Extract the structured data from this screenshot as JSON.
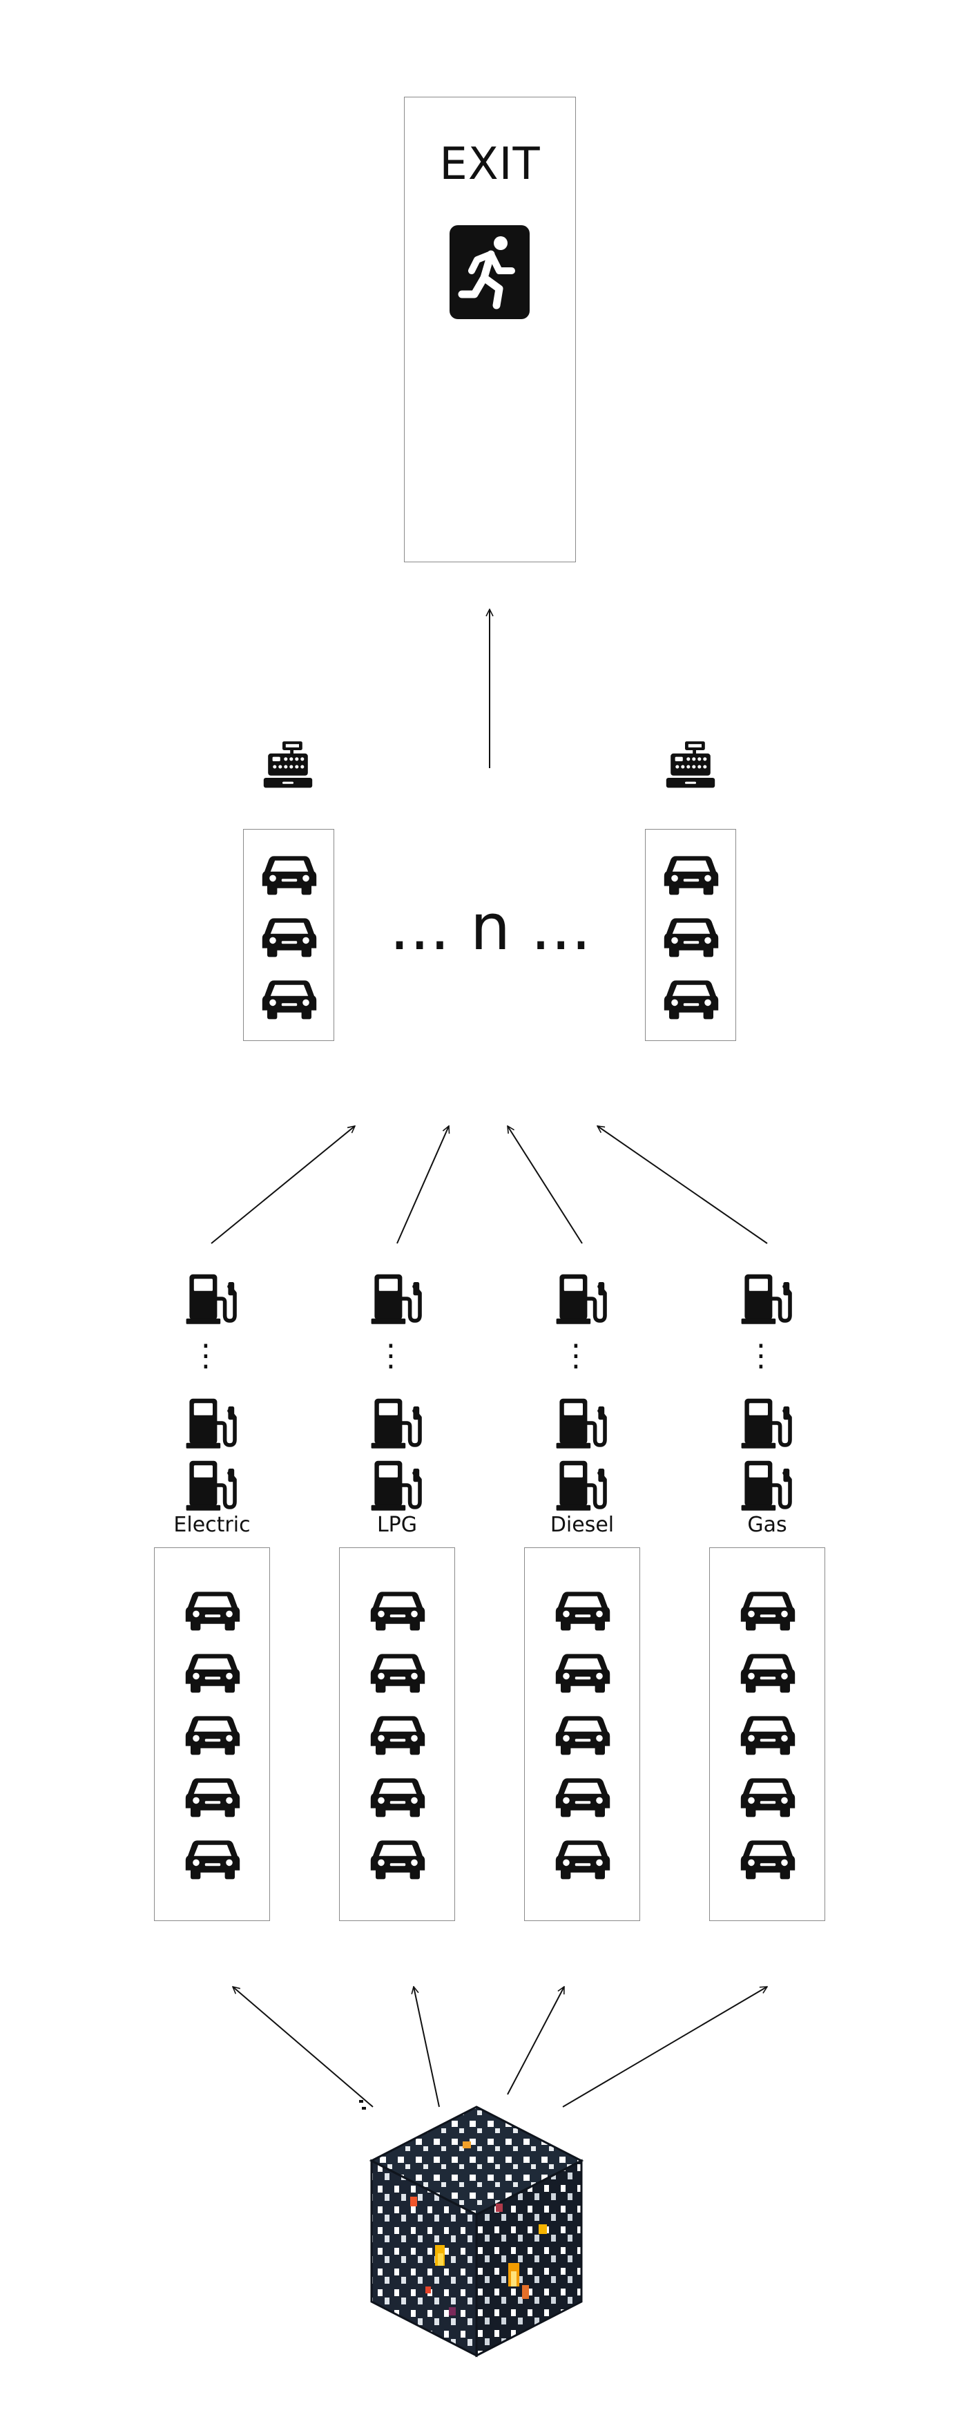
{
  "exit": {
    "title": "EXIT",
    "icon": "emergency-exit-icon"
  },
  "checkout": {
    "lanes_count_label": "... n ...",
    "register_icon": "cash-register-icon",
    "car_icon": "car-icon",
    "cars_per_lane": 3
  },
  "fuel_queues": [
    {
      "label": "Electric"
    },
    {
      "label": "LPG"
    },
    {
      "label": "Diesel"
    },
    {
      "label": "Gas"
    }
  ],
  "pump_icon": "fuel-pump-icon",
  "ellipsis": "⋮",
  "cars_per_fuel_queue": 5,
  "spawner": {
    "icon": "mob-spawner-cube-icon"
  },
  "colors": {
    "icon": "#111111",
    "box_border": "#8a8a8a",
    "arrow": "#111111"
  }
}
